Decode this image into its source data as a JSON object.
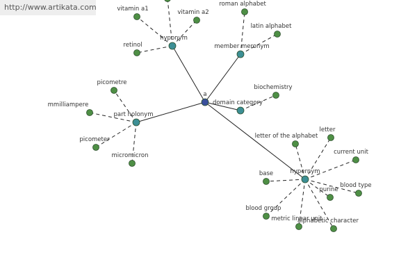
{
  "watermark": "http://www.artikata.com",
  "colors": {
    "root_node": "#3a4f9c",
    "relation_node": "#3d8f95",
    "leaf_node": "#4e8f45",
    "node_stroke": "#2d4f2d",
    "edge": "#222222",
    "background": "#ffffff"
  },
  "root": {
    "id": "a",
    "label": "a"
  },
  "relations": [
    {
      "id": "hyponym",
      "label": "hyponym"
    },
    {
      "id": "member-meronym",
      "label": "member meronym"
    },
    {
      "id": "domain-category",
      "label": "domain category"
    },
    {
      "id": "part-holonym",
      "label": "part holonym"
    },
    {
      "id": "hypernym",
      "label": "hypernym"
    }
  ],
  "leaves": [
    {
      "id": "vitamin-a1",
      "label": "vitamin a1",
      "parent": "hyponym"
    },
    {
      "id": "vitamin-a2",
      "label": "vitamin a2",
      "parent": "hyponym"
    },
    {
      "id": "retinol",
      "label": "retinol",
      "parent": "hyponym"
    },
    {
      "id": "hyponym-top",
      "label": "",
      "parent": "hyponym"
    },
    {
      "id": "roman-alphabet",
      "label": "roman alphabet",
      "parent": "member-meronym"
    },
    {
      "id": "latin-alphabet",
      "label": "latin alphabet",
      "parent": "member-meronym"
    },
    {
      "id": "biochemistry",
      "label": "biochemistry",
      "parent": "domain-category"
    },
    {
      "id": "picometre",
      "label": "picometre",
      "parent": "part-holonym"
    },
    {
      "id": "mmilliampere",
      "label": "mmilliampere",
      "parent": "part-holonym"
    },
    {
      "id": "picometer",
      "label": "picometer",
      "parent": "part-holonym"
    },
    {
      "id": "micromicron",
      "label": "micromicron",
      "parent": "part-holonym"
    },
    {
      "id": "letter-of-the-alphabet",
      "label": "letter of the alphabet",
      "parent": "hypernym"
    },
    {
      "id": "letter",
      "label": "letter",
      "parent": "hypernym"
    },
    {
      "id": "current-unit",
      "label": "current unit",
      "parent": "hypernym"
    },
    {
      "id": "base",
      "label": "base",
      "parent": "hypernym"
    },
    {
      "id": "purine",
      "label": "purine",
      "parent": "hypernym"
    },
    {
      "id": "blood-type",
      "label": "blood type",
      "parent": "hypernym"
    },
    {
      "id": "blood-group",
      "label": "blood group",
      "parent": "hypernym"
    },
    {
      "id": "metric-linear-unit",
      "label": "metric linear unit",
      "parent": "hypernym"
    },
    {
      "id": "alphabetic-character",
      "label": "alphabetic character",
      "parent": "hypernym"
    }
  ]
}
